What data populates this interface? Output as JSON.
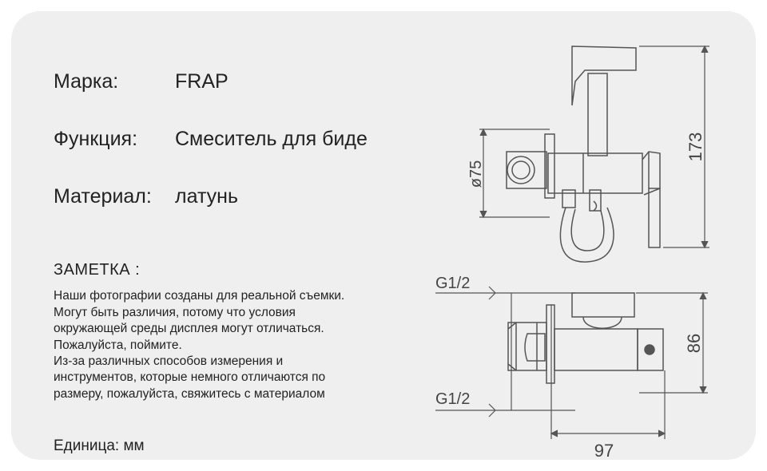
{
  "spec": {
    "brand_label": "Марка:",
    "brand_value": "FRAP",
    "function_label": "Функция:",
    "function_value": "Смеситель для биде",
    "material_label": "Материал:",
    "material_value": "латунь"
  },
  "note": {
    "title": "ЗАМЕТКА :",
    "lines": [
      "Наши фотографии созданы для реальной съемки.",
      "Могут быть различия, потому что условия",
      "окружающей среды дисплея могут отличаться.",
      "Пожалуйста, поймите.",
      "Из-за различных способов измерения и",
      "инструментов, которые немного отличаются по",
      "размеру, пожалуйста, свяжитесь с материалом"
    ]
  },
  "unit": "Единица: мм",
  "drawing": {
    "dim_diameter": "ø75",
    "dim_height_top": "173",
    "dim_height_bottom": "86",
    "dim_width": "97",
    "thread_top": "G1/2",
    "thread_bottom": "G1/2"
  },
  "colors": {
    "card_bg": "#efefef",
    "line": "#555555",
    "text": "#222222"
  }
}
